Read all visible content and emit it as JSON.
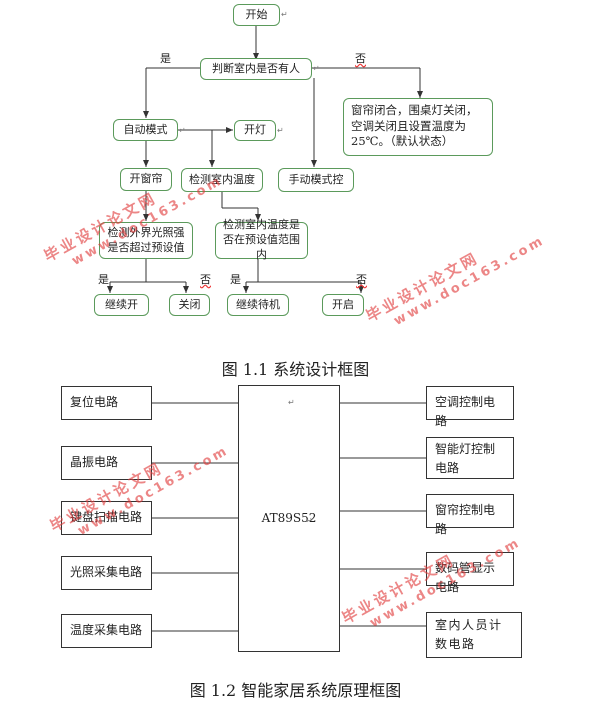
{
  "flowchart": {
    "nodes": {
      "start": "开始",
      "check_person": "判断室内是否有人",
      "default_state": "窗帘闭合，围桌灯关闭，空调关闭且设置温度为25℃。（默认状态）",
      "auto_mode": "自动模式",
      "light_on": "开灯",
      "open_curtain": "开窗帘",
      "measure_temp": "检测室内温度",
      "manual_mode": "手动模式控",
      "check_light": "检测外界光照强是否超过预设值",
      "check_temp_range": "检测室内温度是否在预设值范围内",
      "keep_open": "继续开",
      "close": "关闭",
      "keep_standby": "继续待机",
      "turn_on": "开启"
    },
    "labels": {
      "yes_1": "是",
      "no_1": "否",
      "yes_2": "是",
      "no_2": "否",
      "yes_3": "是",
      "no_3": "否"
    },
    "caption": "图 1.1 系统设计框图"
  },
  "block_diagram": {
    "mcu": "AT89S52",
    "left": [
      "复位电路",
      "晶振电路",
      "键盘扫描电路",
      "光照采集电路",
      "温度采集电路"
    ],
    "right": [
      "空调控制电路",
      "智能灯控制电路",
      "窗帘控制电路",
      "数码管显示电路",
      "室内人员计数电路"
    ],
    "caption": "图 1.2 智能家居系统原理框图"
  },
  "watermark": {
    "line1": "毕业设计论文网",
    "line2": "www.doc163.com"
  },
  "colors": {
    "box_border": "#5b9a5b",
    "watermark": "#e13c3c",
    "line": "#333333"
  }
}
